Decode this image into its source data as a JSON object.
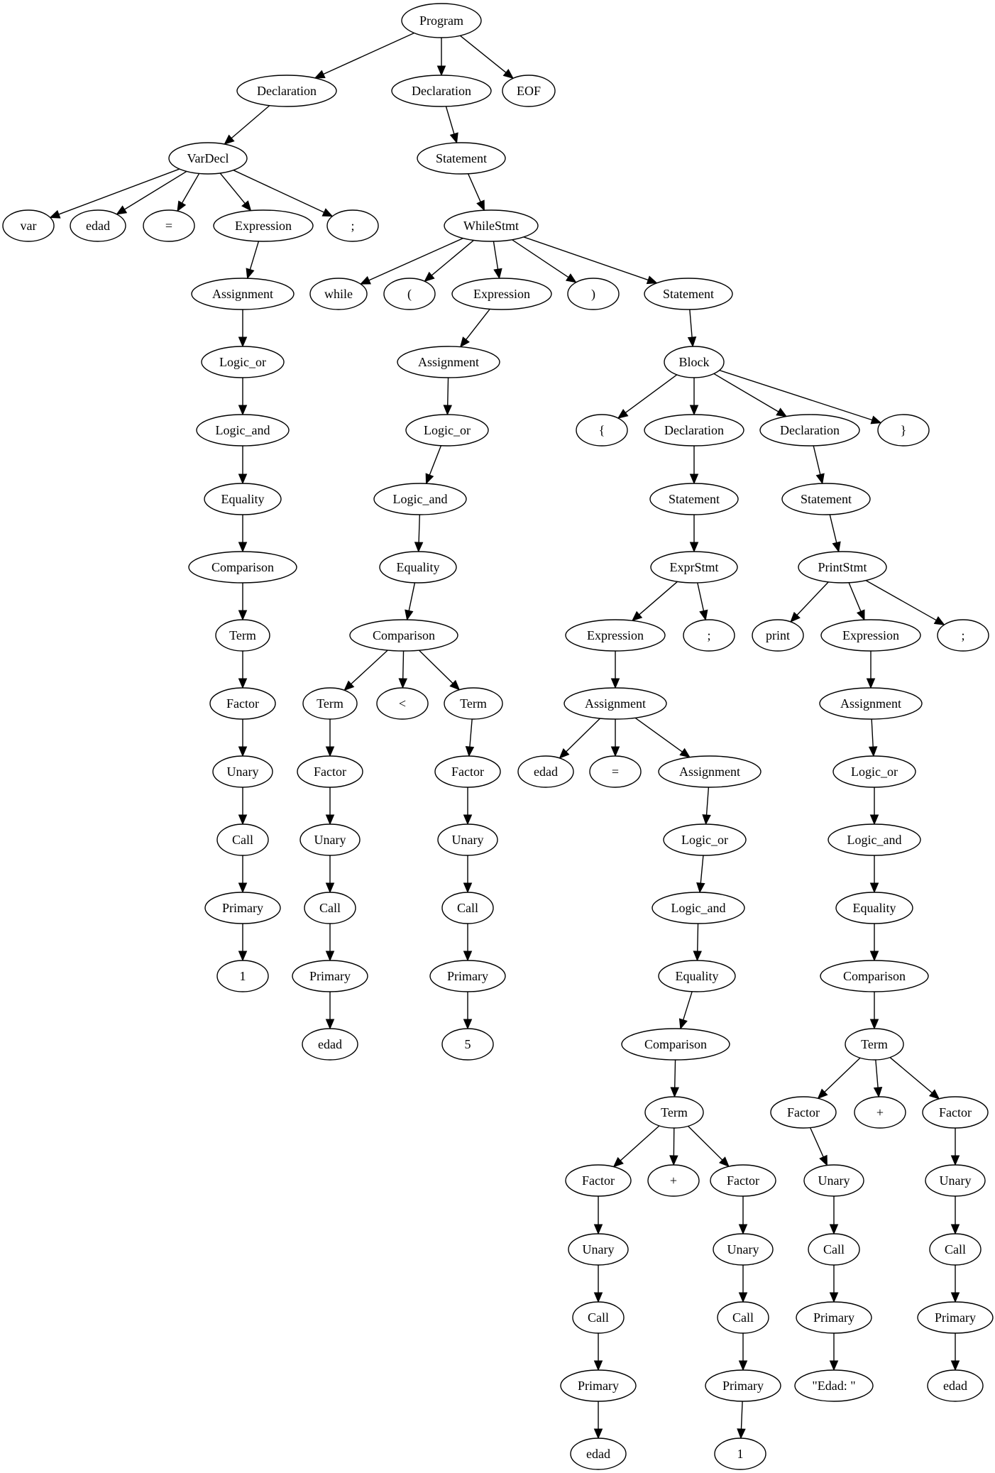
{
  "nodes": [
    {
      "id": "prog",
      "label": "Program",
      "parent": null
    },
    {
      "id": "decl1",
      "label": "Declaration",
      "parent": "prog"
    },
    {
      "id": "decl2",
      "label": "Declaration",
      "parent": "prog"
    },
    {
      "id": "eof",
      "label": "EOF",
      "parent": "prog"
    },
    {
      "id": "vardecl",
      "label": "VarDecl",
      "parent": "decl1"
    },
    {
      "id": "vd_var",
      "label": "var",
      "parent": "vardecl"
    },
    {
      "id": "vd_edad",
      "label": "edad",
      "parent": "vardecl"
    },
    {
      "id": "vd_eq",
      "label": "=",
      "parent": "vardecl"
    },
    {
      "id": "vd_expr",
      "label": "Expression",
      "parent": "vardecl"
    },
    {
      "id": "vd_semi",
      "label": ";",
      "parent": "vardecl"
    },
    {
      "id": "a1",
      "label": "Assignment",
      "parent": "vd_expr"
    },
    {
      "id": "a1_or",
      "label": "Logic_or",
      "parent": "a1"
    },
    {
      "id": "a1_and",
      "label": "Logic_and",
      "parent": "a1_or"
    },
    {
      "id": "a1_eq",
      "label": "Equality",
      "parent": "a1_and"
    },
    {
      "id": "a1_cmp",
      "label": "Comparison",
      "parent": "a1_eq"
    },
    {
      "id": "a1_term",
      "label": "Term",
      "parent": "a1_cmp"
    },
    {
      "id": "a1_fac",
      "label": "Factor",
      "parent": "a1_term"
    },
    {
      "id": "a1_un",
      "label": "Unary",
      "parent": "a1_fac"
    },
    {
      "id": "a1_call",
      "label": "Call",
      "parent": "a1_un"
    },
    {
      "id": "a1_prim",
      "label": "Primary",
      "parent": "a1_call"
    },
    {
      "id": "a1_one",
      "label": "1",
      "parent": "a1_prim"
    },
    {
      "id": "st1",
      "label": "Statement",
      "parent": "decl2"
    },
    {
      "id": "ws",
      "label": "WhileStmt",
      "parent": "st1"
    },
    {
      "id": "ws_while",
      "label": "while",
      "parent": "ws"
    },
    {
      "id": "ws_lp",
      "label": "(",
      "parent": "ws"
    },
    {
      "id": "ws_expr",
      "label": "Expression",
      "parent": "ws"
    },
    {
      "id": "ws_rp",
      "label": ")",
      "parent": "ws"
    },
    {
      "id": "ws_stmt",
      "label": "Statement",
      "parent": "ws"
    },
    {
      "id": "w_asg",
      "label": "Assignment",
      "parent": "ws_expr"
    },
    {
      "id": "w_or",
      "label": "Logic_or",
      "parent": "w_asg"
    },
    {
      "id": "w_and",
      "label": "Logic_and",
      "parent": "w_or"
    },
    {
      "id": "w_eq",
      "label": "Equality",
      "parent": "w_and"
    },
    {
      "id": "w_cmp",
      "label": "Comparison",
      "parent": "w_eq"
    },
    {
      "id": "w_t1",
      "label": "Term",
      "parent": "w_cmp"
    },
    {
      "id": "w_lt",
      "label": "<",
      "parent": "w_cmp"
    },
    {
      "id": "w_t2",
      "label": "Term",
      "parent": "w_cmp"
    },
    {
      "id": "w_f1",
      "label": "Factor",
      "parent": "w_t1"
    },
    {
      "id": "w_u1",
      "label": "Unary",
      "parent": "w_f1"
    },
    {
      "id": "w_c1",
      "label": "Call",
      "parent": "w_u1"
    },
    {
      "id": "w_p1",
      "label": "Primary",
      "parent": "w_c1"
    },
    {
      "id": "w_edad",
      "label": "edad",
      "parent": "w_p1"
    },
    {
      "id": "w_f2",
      "label": "Factor",
      "parent": "w_t2"
    },
    {
      "id": "w_u2",
      "label": "Unary",
      "parent": "w_f2"
    },
    {
      "id": "w_c2",
      "label": "Call",
      "parent": "w_u2"
    },
    {
      "id": "w_p2",
      "label": "Primary",
      "parent": "w_c2"
    },
    {
      "id": "w_five",
      "label": "5",
      "parent": "w_p2"
    },
    {
      "id": "blk",
      "label": "Block",
      "parent": "ws_stmt"
    },
    {
      "id": "blk_lb",
      "label": "{",
      "parent": "blk"
    },
    {
      "id": "blk_d1",
      "label": "Declaration",
      "parent": "blk"
    },
    {
      "id": "blk_d2",
      "label": "Declaration",
      "parent": "blk"
    },
    {
      "id": "blk_rb",
      "label": "}",
      "parent": "blk"
    },
    {
      "id": "b_st1",
      "label": "Statement",
      "parent": "blk_d1"
    },
    {
      "id": "es",
      "label": "ExprStmt",
      "parent": "b_st1"
    },
    {
      "id": "es_expr",
      "label": "Expression",
      "parent": "es"
    },
    {
      "id": "es_semi",
      "label": ";",
      "parent": "es"
    },
    {
      "id": "es_asg",
      "label": "Assignment",
      "parent": "es_expr"
    },
    {
      "id": "es_edad",
      "label": "edad",
      "parent": "es_asg"
    },
    {
      "id": "es_eqs",
      "label": "=",
      "parent": "es_asg"
    },
    {
      "id": "es_asg2",
      "label": "Assignment",
      "parent": "es_asg"
    },
    {
      "id": "es_or",
      "label": "Logic_or",
      "parent": "es_asg2"
    },
    {
      "id": "es_and",
      "label": "Logic_and",
      "parent": "es_or"
    },
    {
      "id": "es_eq",
      "label": "Equality",
      "parent": "es_and"
    },
    {
      "id": "es_cmp",
      "label": "Comparison",
      "parent": "es_eq"
    },
    {
      "id": "es_term",
      "label": "Term",
      "parent": "es_cmp"
    },
    {
      "id": "es_f1",
      "label": "Factor",
      "parent": "es_term"
    },
    {
      "id": "es_plus",
      "label": "+",
      "parent": "es_term"
    },
    {
      "id": "es_f2",
      "label": "Factor",
      "parent": "es_term"
    },
    {
      "id": "es_u1",
      "label": "Unary",
      "parent": "es_f1"
    },
    {
      "id": "es_c1",
      "label": "Call",
      "parent": "es_u1"
    },
    {
      "id": "es_p1",
      "label": "Primary",
      "parent": "es_c1"
    },
    {
      "id": "es_edad2",
      "label": "edad",
      "parent": "es_p1"
    },
    {
      "id": "es_u2",
      "label": "Unary",
      "parent": "es_f2"
    },
    {
      "id": "es_c2",
      "label": "Call",
      "parent": "es_u2"
    },
    {
      "id": "es_p2",
      "label": "Primary",
      "parent": "es_c2"
    },
    {
      "id": "es_one",
      "label": "1",
      "parent": "es_p2"
    },
    {
      "id": "b_st2",
      "label": "Statement",
      "parent": "blk_d2"
    },
    {
      "id": "ps",
      "label": "PrintStmt",
      "parent": "b_st2"
    },
    {
      "id": "ps_print",
      "label": "print",
      "parent": "ps"
    },
    {
      "id": "ps_expr",
      "label": "Expression",
      "parent": "ps"
    },
    {
      "id": "ps_semi",
      "label": ";",
      "parent": "ps"
    },
    {
      "id": "ps_asg",
      "label": "Assignment",
      "parent": "ps_expr"
    },
    {
      "id": "ps_or",
      "label": "Logic_or",
      "parent": "ps_asg"
    },
    {
      "id": "ps_and",
      "label": "Logic_and",
      "parent": "ps_or"
    },
    {
      "id": "ps_eq",
      "label": "Equality",
      "parent": "ps_and"
    },
    {
      "id": "ps_cmp",
      "label": "Comparison",
      "parent": "ps_eq"
    },
    {
      "id": "ps_term",
      "label": "Term",
      "parent": "ps_cmp"
    },
    {
      "id": "ps_f1",
      "label": "Factor",
      "parent": "ps_term"
    },
    {
      "id": "ps_plus",
      "label": "+",
      "parent": "ps_term"
    },
    {
      "id": "ps_f2",
      "label": "Factor",
      "parent": "ps_term"
    },
    {
      "id": "ps_u1",
      "label": "Unary",
      "parent": "ps_f1"
    },
    {
      "id": "ps_c1",
      "label": "Call",
      "parent": "ps_u1"
    },
    {
      "id": "ps_p1",
      "label": "Primary",
      "parent": "ps_c1"
    },
    {
      "id": "ps_str",
      "label": "\"Edad: \"",
      "parent": "ps_p1"
    },
    {
      "id": "ps_u2",
      "label": "Unary",
      "parent": "ps_f2"
    },
    {
      "id": "ps_c2",
      "label": "Call",
      "parent": "ps_u2"
    },
    {
      "id": "ps_p2",
      "label": "Primary",
      "parent": "ps_c2"
    },
    {
      "id": "ps_edad",
      "label": "edad",
      "parent": "ps_p2"
    }
  ]
}
